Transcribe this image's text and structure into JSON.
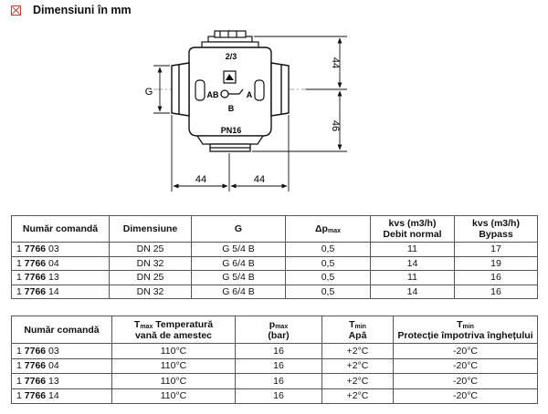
{
  "header": {
    "title": "Dimensiuni în mm",
    "icon": "broken-image-icon"
  },
  "drawing": {
    "dim_top": "44",
    "dim_bottom": "46",
    "dim_left": "44",
    "dim_right": "44",
    "label_g": "G",
    "mark_23": "2/3",
    "mark_ab": "AB",
    "mark_a": "A",
    "mark_b": "B",
    "mark_pn": "PN16"
  },
  "table1": {
    "headers": {
      "order": "Număr comandă",
      "dimension": "Dimensiune",
      "g": "G",
      "dp_base": "Δp",
      "dp_sub": "max",
      "kvs1_line1": "kvs (m3/h)",
      "kvs1_line2": "Debit normal",
      "kvs2_line1": "kvs (m3/h)",
      "kvs2_line2": "Bypass"
    },
    "rows": [
      {
        "prefix": "1",
        "code": "7766",
        "suffix": "03",
        "dimension": "DN 25",
        "g": "G 5/4 B",
        "dp": "0,5",
        "kvs_normal": "11",
        "kvs_bypass": "17"
      },
      {
        "prefix": "1",
        "code": "7766",
        "suffix": "04",
        "dimension": "DN 32",
        "g": "G 6/4 B",
        "dp": "0,5",
        "kvs_normal": "14",
        "kvs_bypass": "19"
      },
      {
        "prefix": "1",
        "code": "7766",
        "suffix": "13",
        "dimension": "DN 25",
        "g": "G 5/4 B",
        "dp": "0,5",
        "kvs_normal": "11",
        "kvs_bypass": "16"
      },
      {
        "prefix": "1",
        "code": "7766",
        "suffix": "14",
        "dimension": "DN 32",
        "g": "G 6/4 B",
        "dp": "0,5",
        "kvs_normal": "14",
        "kvs_bypass": "16"
      }
    ]
  },
  "table2": {
    "headers": {
      "order": "Număr comandă",
      "tmax_base": "T",
      "tmax_sub": "max",
      "tmax_line1": " Temperatură",
      "tmax_line2": "vană de amestec",
      "pmax_base": "p",
      "pmax_sub": "max",
      "pmax_line2": "(bar)",
      "tmin_base": "T",
      "tmin_sub": "min",
      "tmin_line2": "Apă",
      "tmin2_base": "T",
      "tmin2_sub": "min",
      "tmin2_line2": "Protecție împotriva înghețului"
    },
    "rows": [
      {
        "prefix": "1",
        "code": "7766",
        "suffix": "03",
        "tmax": "110°C",
        "pmax": "16",
        "tmin_water": "+2°C",
        "tmin_frost": "-20°C"
      },
      {
        "prefix": "1",
        "code": "7766",
        "suffix": "04",
        "tmax": "110°C",
        "pmax": "16",
        "tmin_water": "+2°C",
        "tmin_frost": "-20°C"
      },
      {
        "prefix": "1",
        "code": "7766",
        "suffix": "13",
        "tmax": "110°C",
        "pmax": "16",
        "tmin_water": "+2°C",
        "tmin_frost": "-20°C"
      },
      {
        "prefix": "1",
        "code": "7766",
        "suffix": "14",
        "tmax": "110°C",
        "pmax": "16",
        "tmin_water": "+2°C",
        "tmin_frost": "-20°C"
      }
    ]
  }
}
